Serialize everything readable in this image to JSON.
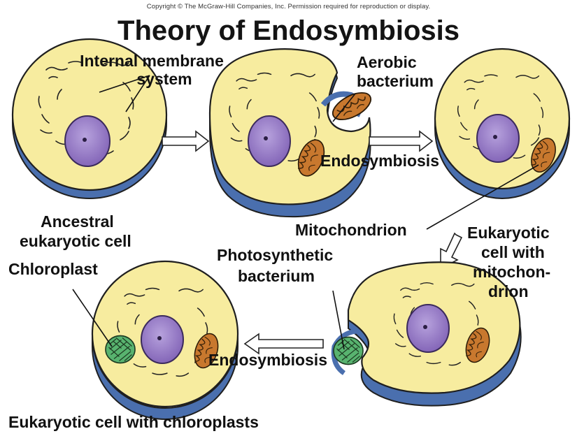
{
  "header": {
    "copyright": "Copyright © The McGraw-Hill Companies, Inc. Permission required for reproduction or display.",
    "title": "Theory of Endosymbiosis"
  },
  "labels": {
    "internal_membrane_line1": "Internal membrane",
    "internal_membrane_line2": "system",
    "aerobic_line1": "Aerobic",
    "aerobic_line2": "bacterium",
    "endosymbiosis_top": "Endosymbiosis",
    "mitochondrion": "Mitochondrion",
    "ancestral_line1": "Ancestral",
    "ancestral_line2": "eukaryotic cell",
    "eukaryotic_mito_line1": "Eukaryotic",
    "eukaryotic_mito_line2": "cell with",
    "eukaryotic_mito_line3": "mitochon-",
    "eukaryotic_mito_line4": "drion",
    "chloroplast": "Chloroplast",
    "photosynthetic_line1": "Photosynthetic",
    "photosynthetic_line2": "bacterium",
    "endosymbiosis_bottom": "Endosymbiosis",
    "final_cell": "Eukaryotic cell with chloroplasts"
  },
  "colors": {
    "cytoplasm": "#f7ec9f",
    "membrane_blue": "#4a6fae",
    "nucleus": "#9a7fc6",
    "mitochondrion": "#c8782e",
    "chloroplast": "#58b36f",
    "outline": "#1f1f1f"
  }
}
